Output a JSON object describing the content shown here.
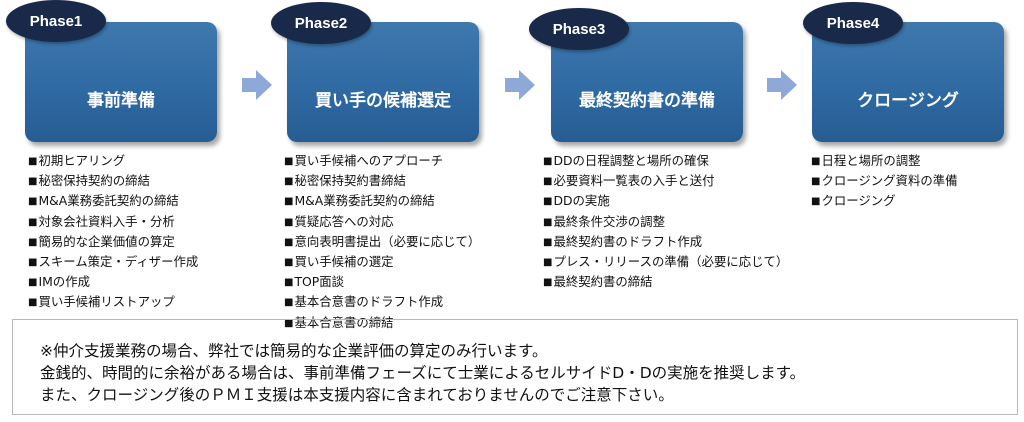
{
  "phases": [
    {
      "badge": "Phase1",
      "title": "事前準備",
      "items": [
        "初期ヒアリング",
        "秘密保持契約の締結",
        "M&A業務委託契約の締結",
        "対象会社資料入手・分析",
        "簡易的な企業価値の算定",
        "スキーム策定・ディザー作成",
        "IMの作成",
        "買い手候補リストアップ"
      ]
    },
    {
      "badge": "Phase2",
      "title": "買い手の候補選定",
      "items": [
        "買い手候補へのアプローチ",
        "秘密保持契約書締結",
        "M&A業務委託契約の締結",
        "質疑応答への対応",
        "意向表明書提出（必要に応じて）",
        "買い手候補の選定",
        "TOP面談",
        "基本合意書のドラフト作成",
        "基本合意書の締結"
      ]
    },
    {
      "badge": "Phase3",
      "title": "最終契約書の準備",
      "items": [
        "DDの日程調整と場所の確保",
        "必要資料一覧表の入手と送付",
        "DDの実施",
        "最終条件交渉の調整",
        "最終契約書のドラフト作成",
        "プレス・リリースの準備（必要に応じて）",
        "最終契約書の締結"
      ]
    },
    {
      "badge": "Phase4",
      "title": "クロージング",
      "items": [
        "日程と場所の調整",
        "クロージング資料の準備",
        "クロージング"
      ]
    }
  ],
  "note": {
    "line1": "※仲介支援業務の場合、弊社では簡易的な企業評価の算定のみ行います。",
    "line2": "金銭的、時間的に余裕がある場合は、事前準備フェーズにて士業によるセルサイドD・Dの実施を推奨します。",
    "line3": "また、クロージング後のＰＭＩ支援は本支援内容に含まれておりませんのでご注意下さい。"
  },
  "colors": {
    "phase_box": "#2f6aa3",
    "badge": "#18294a",
    "arrow": "#8ea9d8"
  },
  "icons": [
    "arrow-right-icon"
  ]
}
